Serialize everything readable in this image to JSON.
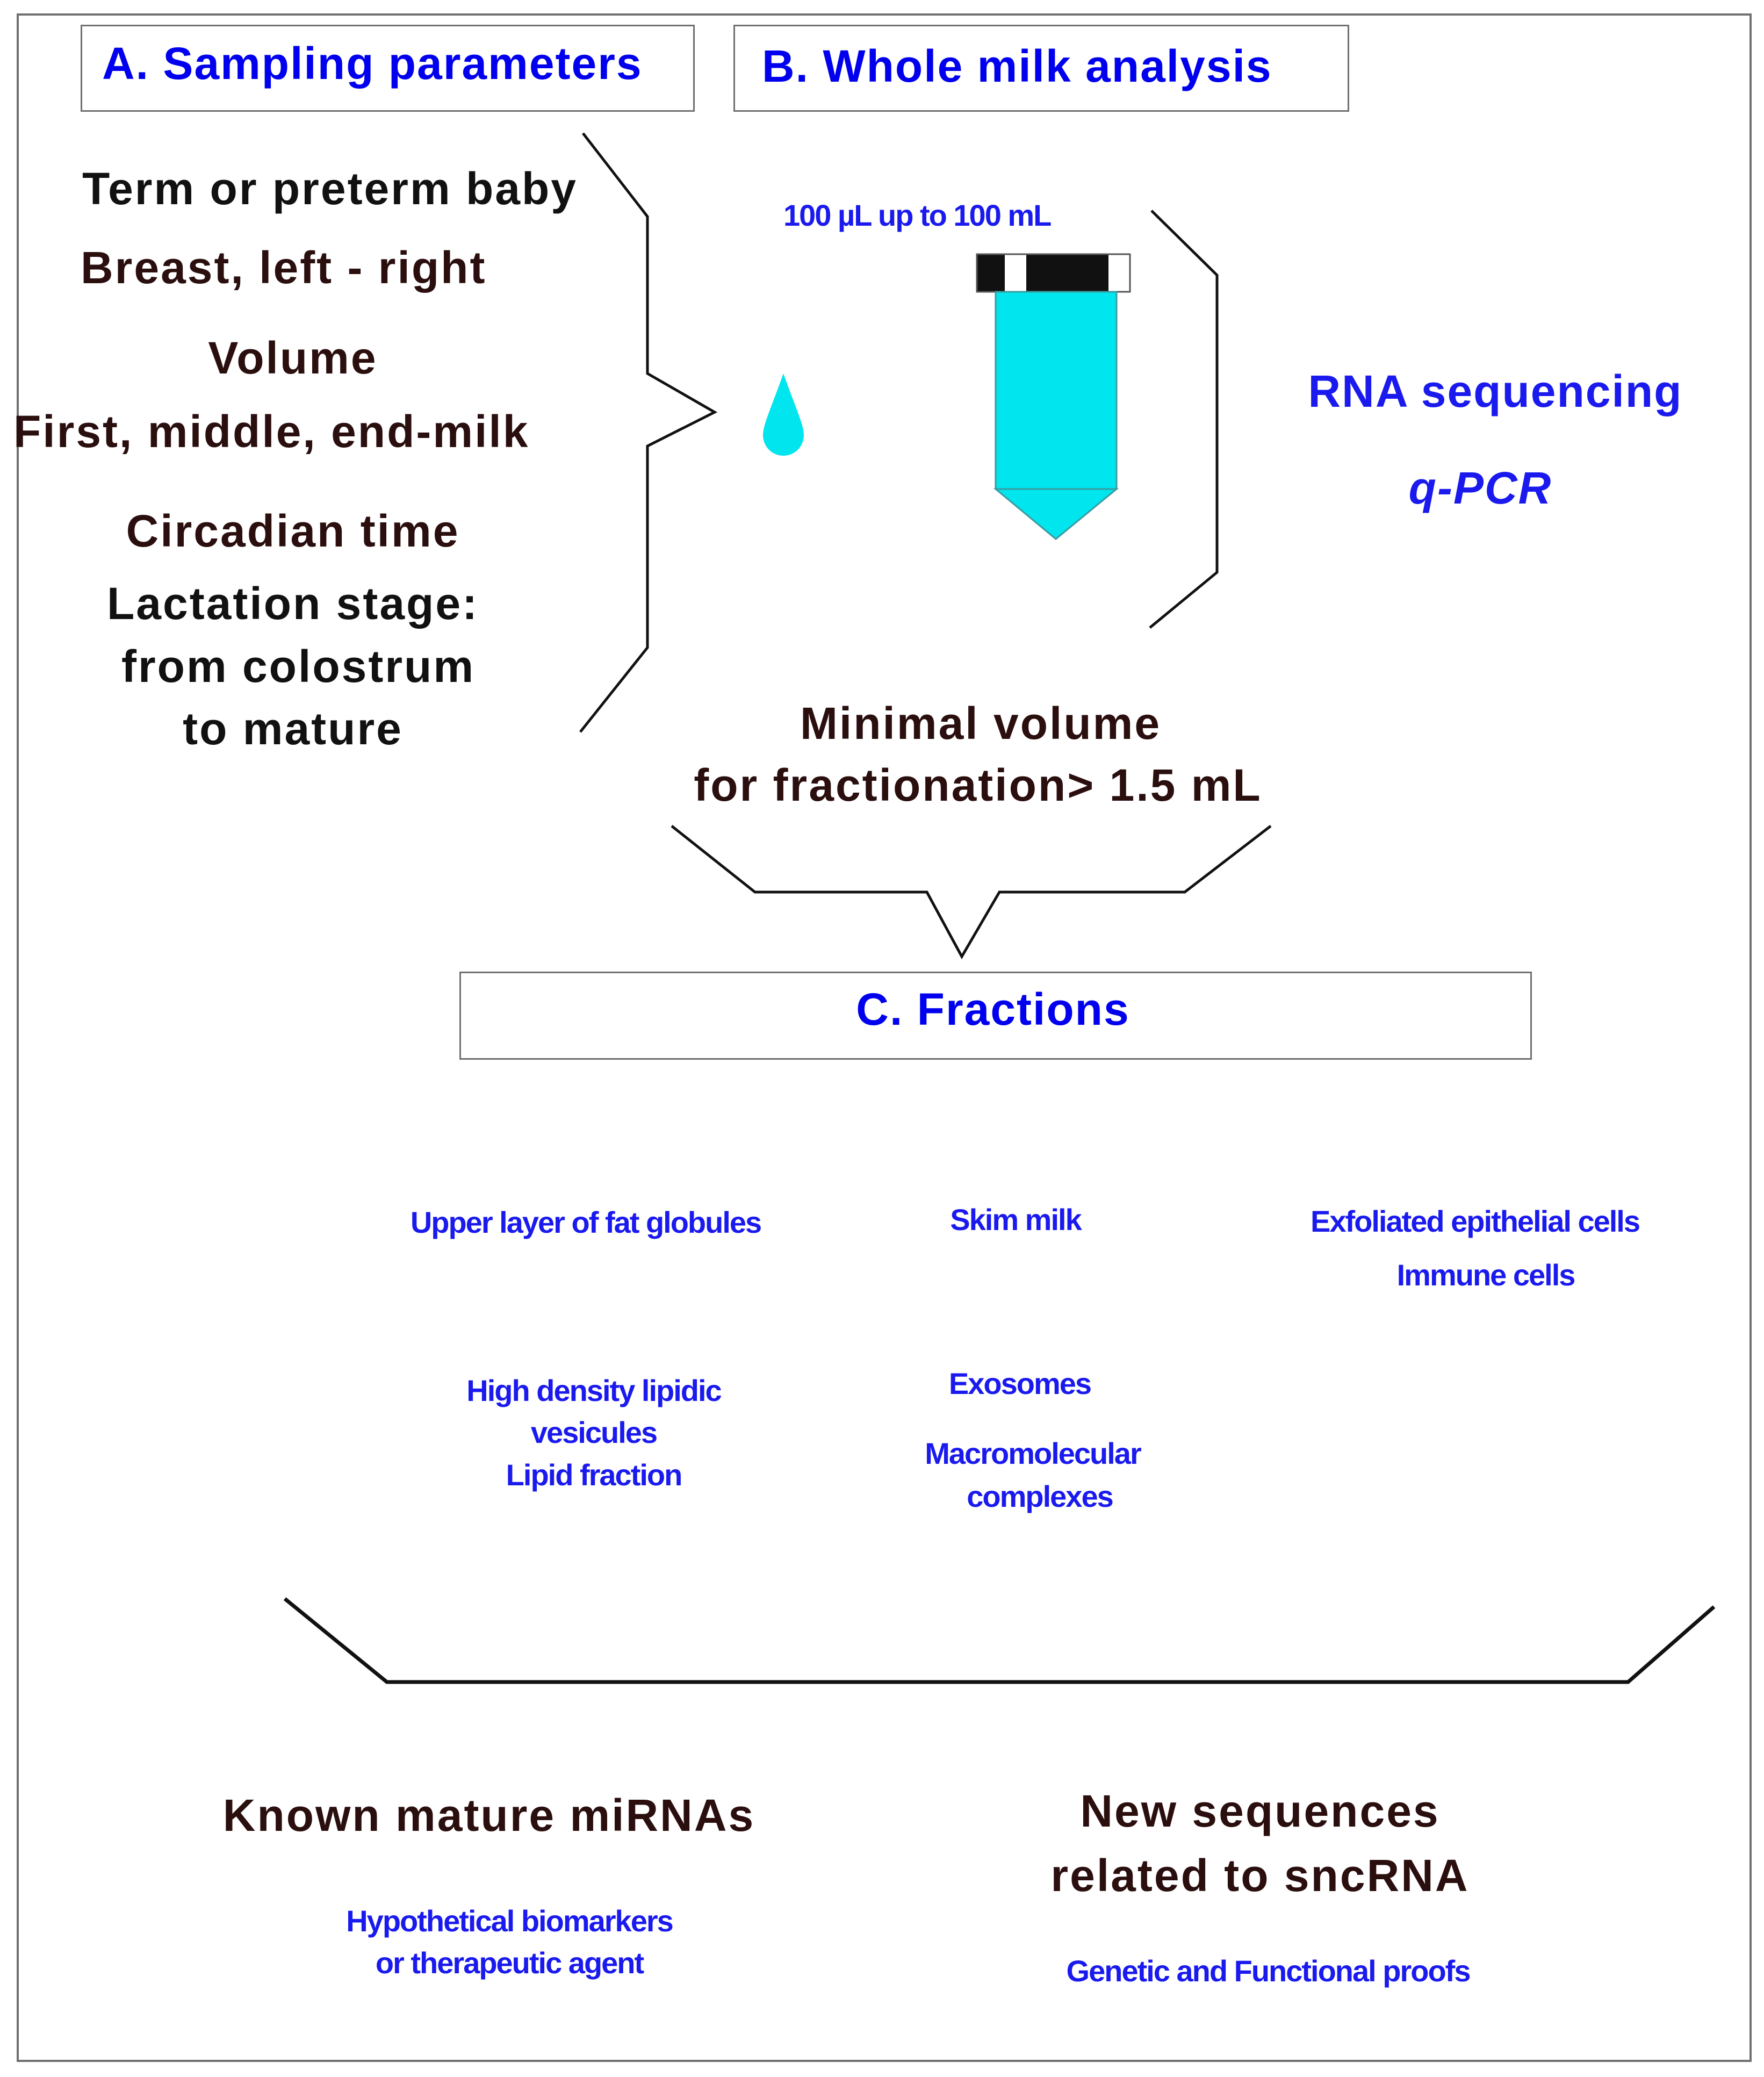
{
  "sections": {
    "a_title": "A. Sampling parameters",
    "b_title": "B. Whole milk analysis",
    "c_title": "C. Fractions"
  },
  "sampling_parameters": [
    "Term or preterm baby",
    "Breast, left - right",
    "Volume",
    "First, middle, end-milk",
    "Circadian time",
    "Lactation stage:",
    "from colostrum",
    "to mature"
  ],
  "whole_milk": {
    "volume_range": "100 µL up to 100 mL",
    "methods": [
      "RNA sequencing",
      "q-PCR"
    ],
    "minimal_volume": [
      "Minimal volume",
      "for fractionation> 1.5 mL"
    ]
  },
  "fractions": {
    "fat_top": "Upper layer of fat globules",
    "skim_top": "Skim milk",
    "cells_top": [
      "Exfoliated epithelial cells",
      "Immune cells"
    ],
    "fat_sub": [
      "High density lipidic",
      "vesicules",
      "Lipid fraction"
    ],
    "skim_sub": [
      "Exosomes",
      "Macromolecular",
      "complexes"
    ]
  },
  "outcomes": {
    "known": {
      "title": "Known mature miRNAs",
      "sub": [
        "Hypothetical biomarkers",
        "or therapeutic agent"
      ]
    },
    "new": {
      "title": [
        "New sequences",
        "related to sncRNA"
      ],
      "sub": "Genetic and Functional proofs"
    }
  },
  "colors": {
    "heading_blue": "#0000ee",
    "tube_cyan": "#00e5ee",
    "dark_text": "#2b0f0f"
  },
  "icons": [
    "milk-drop-icon",
    "tube-icon"
  ]
}
